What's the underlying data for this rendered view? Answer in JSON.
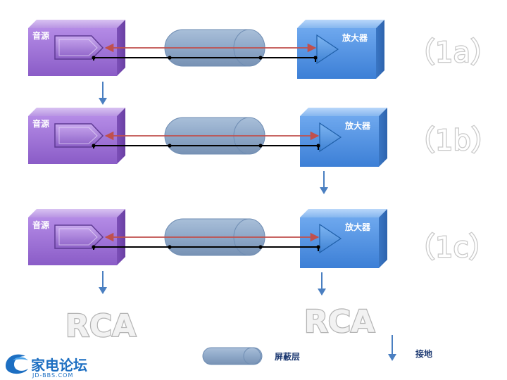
{
  "diagram": {
    "rows": [
      {
        "id": "1a",
        "source_label": "音源",
        "amplifier_label": "放大器",
        "case_label": "（1a）",
        "ground": [
          "source"
        ]
      },
      {
        "id": "1b",
        "source_label": "音源",
        "amplifier_label": "放大器",
        "case_label": "（1b）",
        "ground": [
          "amplifier"
        ]
      },
      {
        "id": "1c",
        "source_label": "音源",
        "amplifier_label": "放大器",
        "case_label": "（1c）",
        "ground": [
          "source",
          "amplifier"
        ]
      }
    ],
    "rca_left": "RCA",
    "rca_right": "RCA",
    "legend": {
      "shield_label": "屏蔽层",
      "ground_label": "接地"
    },
    "logo": {
      "name": "家电论坛",
      "url_text": "JD-BBS.COM"
    },
    "colors": {
      "source_box": "#9b6fd0",
      "amplifier_box": "#4f8fe0",
      "shield": "#8fa9c8",
      "signal_wire": "#c0504d",
      "ground_wire": "#000000",
      "ground_arrow": "#4a7fc1"
    }
  }
}
